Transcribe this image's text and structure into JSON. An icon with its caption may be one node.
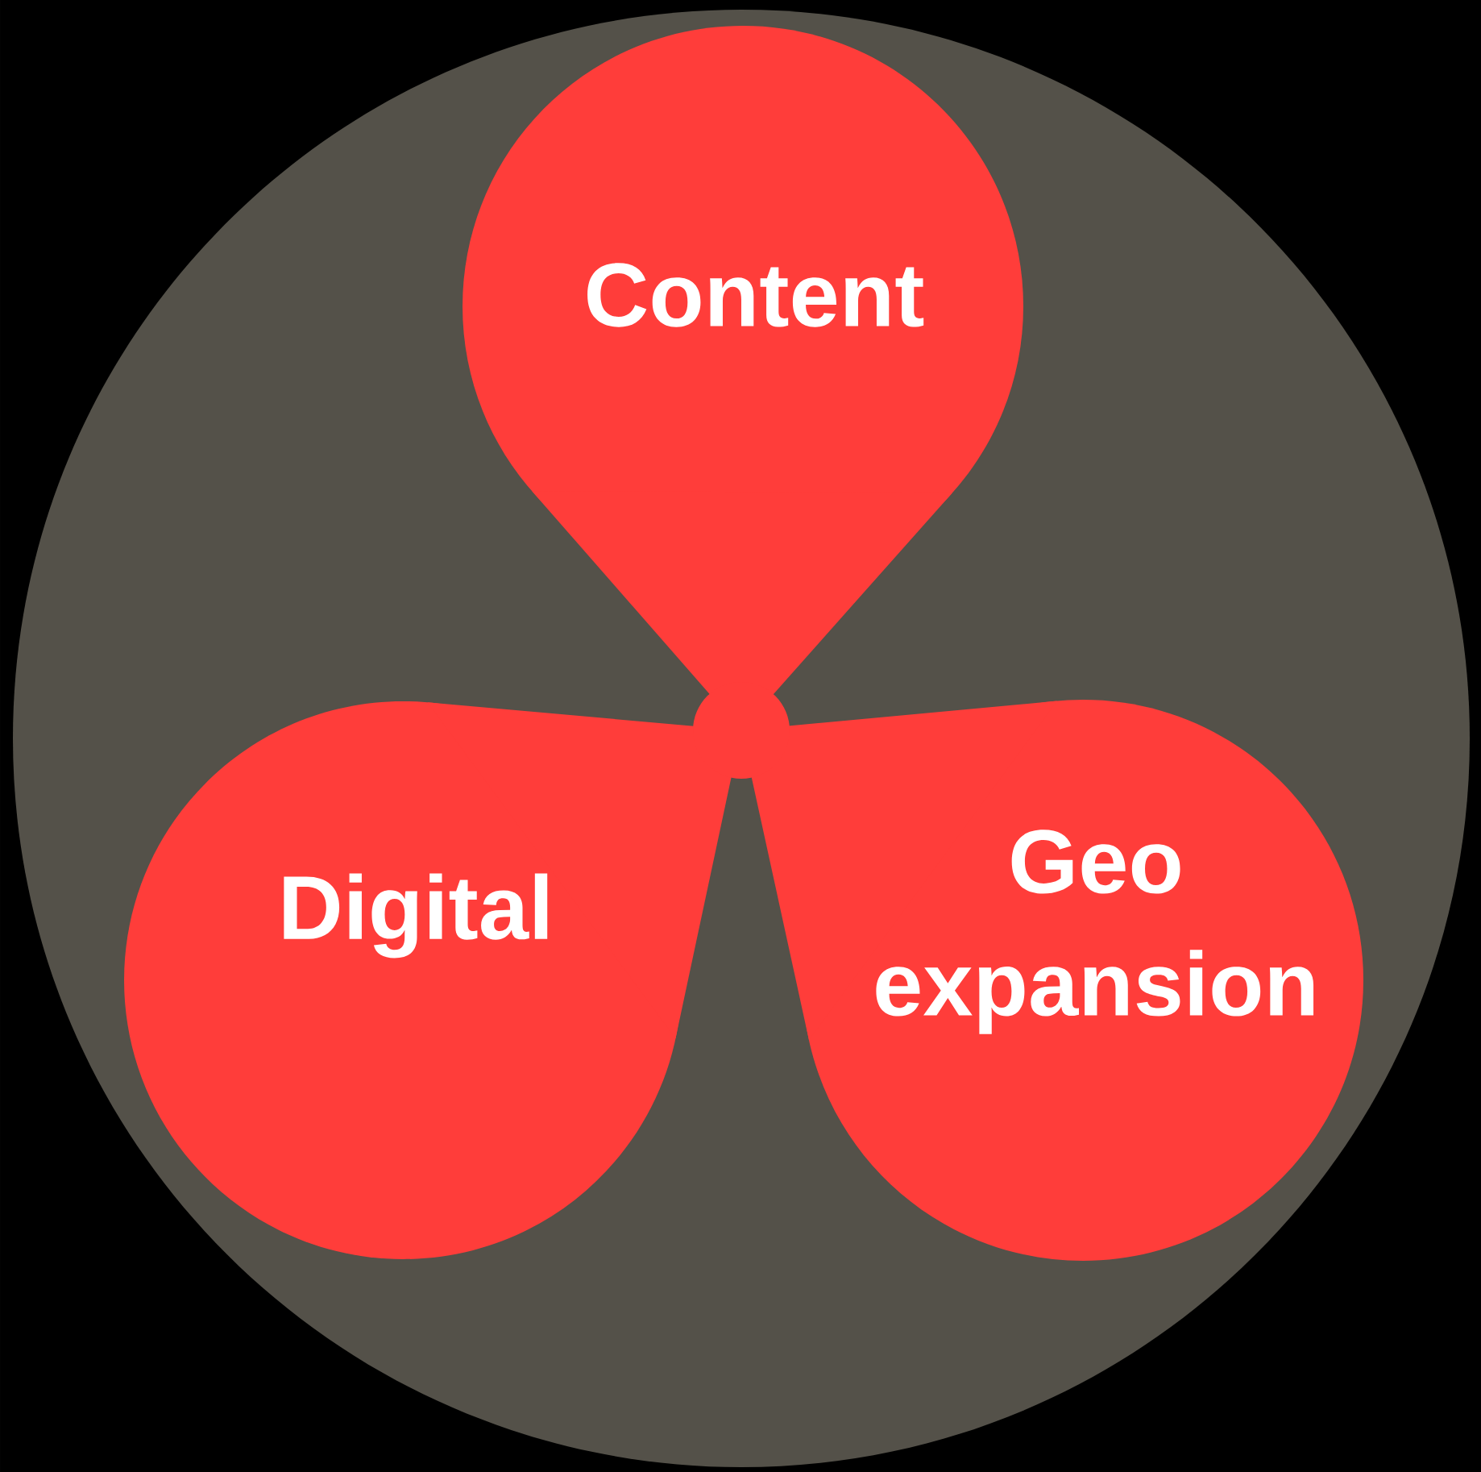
{
  "diagram": {
    "nodes": [
      {
        "text": [],
        "shape": "circle"
      },
      {
        "text": [
          "Content"
        ],
        "in": 0
      },
      {
        "text": [
          "Digital"
        ],
        "in": 0
      },
      {
        "text": [
          "Geo expansion"
        ],
        "in": 0
      },
      {
        "text": [],
        "shape": "circle",
        "in": 0
      }
    ]
  }
}
